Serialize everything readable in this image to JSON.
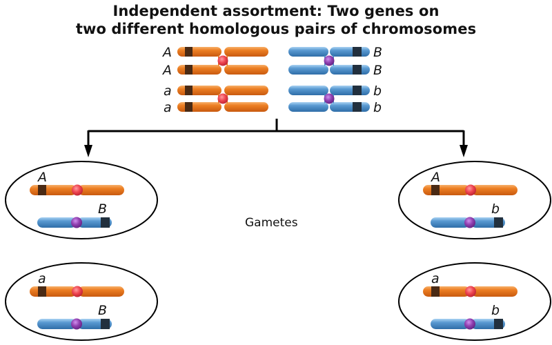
{
  "title": {
    "line1": "Independent assortment: Two genes on",
    "line2": "two different homologous pairs of chromosomes"
  },
  "parent": {
    "orange_pair_1": {
      "alleles": [
        "A",
        "A"
      ]
    },
    "orange_pair_2": {
      "alleles": [
        "a",
        "a"
      ]
    },
    "blue_pair_1": {
      "alleles": [
        "B",
        "B"
      ]
    },
    "blue_pair_2": {
      "alleles": [
        "b",
        "b"
      ]
    }
  },
  "caption": "Gametes",
  "gametes": [
    {
      "orange_allele": "A",
      "blue_allele": "B"
    },
    {
      "orange_allele": "A",
      "blue_allele": "b"
    },
    {
      "orange_allele": "a",
      "blue_allele": "B"
    },
    {
      "orange_allele": "a",
      "blue_allele": "b"
    }
  ],
  "colors": {
    "orange": "#e8761c",
    "orange_light": "#f5a25a",
    "orange_band": "#4a2a14",
    "blue": "#4a8cc8",
    "blue_light": "#8fc0e8",
    "blue_band": "#22303e",
    "centromere_red": "#e8404a",
    "centromere_purple": "#8a3aa8",
    "line": "#000000"
  }
}
